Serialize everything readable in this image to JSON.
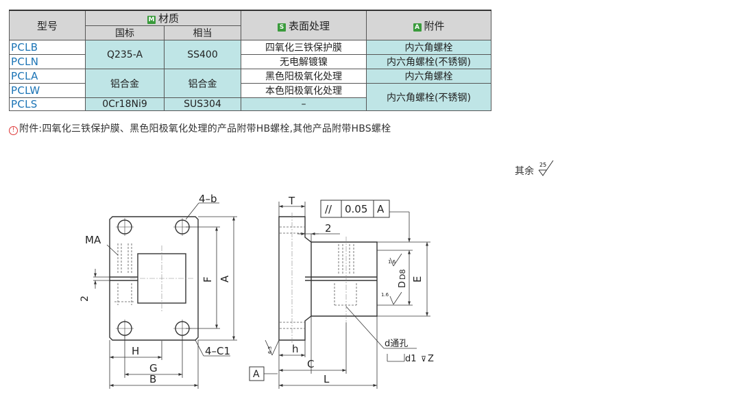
{
  "table": {
    "header": {
      "model": "型号",
      "material": "材质",
      "material_badge": "M",
      "standard": "国标",
      "equivalent": "相当",
      "surface": "表面处理",
      "surface_badge": "S",
      "accessory": "附件",
      "accessory_badge": "A"
    },
    "codes": [
      "PCLB",
      "PCLN",
      "PCLA",
      "PCLW",
      "PCLS"
    ],
    "mat_std_1": "Q235-A",
    "mat_eq_1": "SS400",
    "mat_std_2": "铝合金",
    "mat_eq_2": "铝合金",
    "mat_std_3": "0Cr18Ni9",
    "mat_eq_3": "SUS304",
    "surface": [
      "四氧化三铁保护膜",
      "无电解镀镍",
      "黑色阳极氧化处理",
      "本色阳极氧化处理",
      "–"
    ],
    "accessory": [
      "内六角螺栓",
      "内六角螺栓(不锈钢)",
      "内六角螺栓",
      "内六角螺栓(不锈钢)"
    ]
  },
  "note": "附件:四氧化三铁保护膜、黑色阳极氧化处理的产品附带HB螺栓,其他产品附带HBS螺栓",
  "note_icon": "warning-icon",
  "roughness": {
    "label": "其余",
    "value": "25"
  },
  "drawing": {
    "labels": {
      "b4": "4–b",
      "ma": "MA",
      "two_left": "2",
      "F": "F",
      "A": "A",
      "H": "H",
      "G": "G",
      "B": "B",
      "c1": "4–C1",
      "T": "T",
      "two_top": "2",
      "tol_symbol": "//",
      "tol_value": "0.05",
      "tol_datum": "A",
      "E": "E",
      "D": "D",
      "D8": "D8",
      "r16a": "1.6",
      "r16b": "1.6",
      "r63": "6.3",
      "h": "h",
      "C": "C",
      "L": "L",
      "datum_A": "A",
      "d_hole": "d通孔",
      "d1z": "d1",
      "Z": "Z"
    }
  }
}
